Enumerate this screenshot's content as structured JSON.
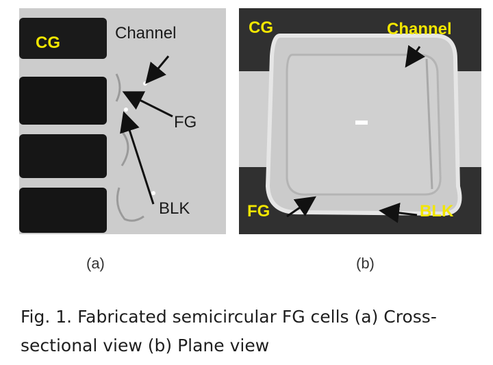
{
  "figure": {
    "panel_a": {
      "label_cg": "CG",
      "label_channel": "Channel",
      "label_fg": "FG",
      "label_blk": "BLK",
      "sublabel": "(a)"
    },
    "panel_b": {
      "label_cg": "CG",
      "label_channel": "Channel",
      "label_fg": "FG",
      "label_blk": "BLK",
      "sublabel": "(b)"
    },
    "caption": "Fig. 1. Fabricated semicircular FG cells (a) Cross-sectional view (b) Plane view"
  },
  "colors": {
    "label_yellow": "#f2e600",
    "dark_metal": "#141414",
    "background_gray": "#c8c8c8"
  }
}
